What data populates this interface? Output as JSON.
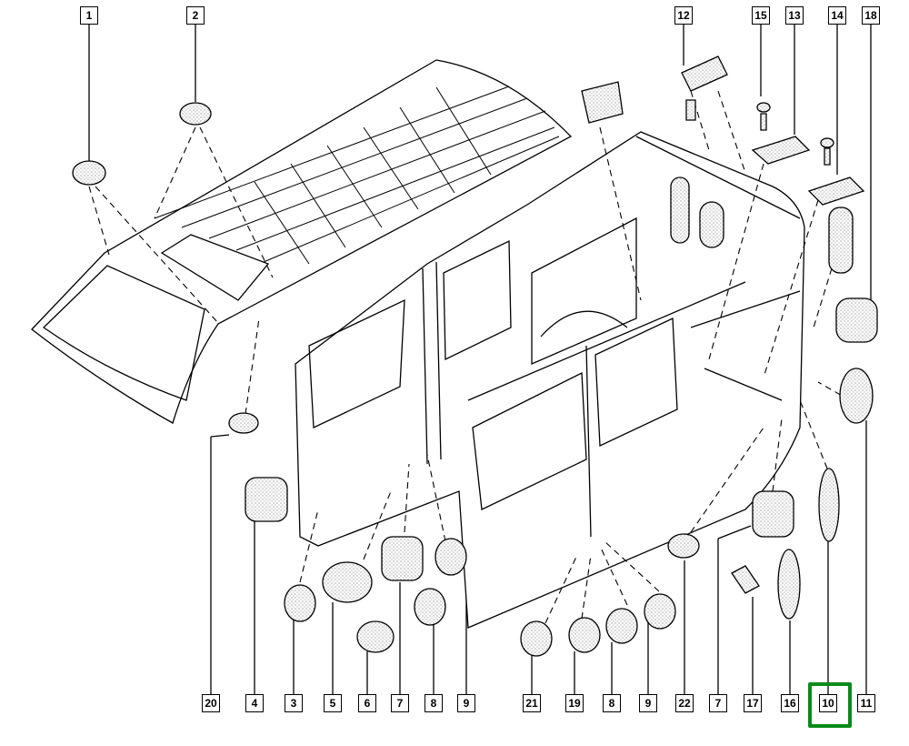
{
  "diagram": {
    "top_labels": [
      "1",
      "2",
      "12",
      "15",
      "13",
      "14",
      "18"
    ],
    "bottom_labels": [
      "20",
      "4",
      "3",
      "5",
      "6",
      "7",
      "8",
      "9",
      "21",
      "19",
      "8",
      "9",
      "22",
      "7",
      "17",
      "16",
      "10",
      "11"
    ],
    "highlighted_label": "10",
    "highlight_color": "#0a8a1a"
  }
}
